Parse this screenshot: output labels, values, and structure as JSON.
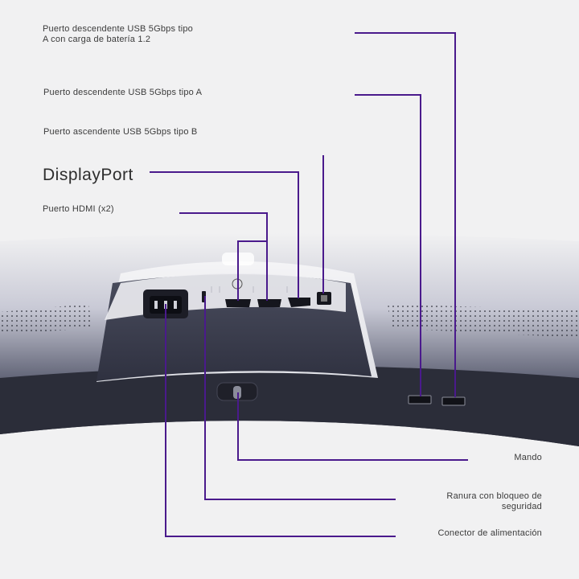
{
  "labels": {
    "usb_charging": [
      "Puerto descendente USB 5Gbps tipo",
      "A con carga de batería 1.2"
    ],
    "usb_down": "Puerto descendente USB 5Gbps tipo A",
    "usb_up": "Puerto ascendente USB 5Gbps tipo B",
    "displayport": "DisplayPort",
    "hdmi": "Puerto HDMI (x2)",
    "joystick": "Mando",
    "security_slot": [
      "Ranura con bloqueo de",
      "seguridad"
    ],
    "power": "Conector de alimentación"
  },
  "colors": {
    "callout_line": "#4a1a8c",
    "background": "#f1f1f2",
    "monitor_body": "#2d2f3c",
    "monitor_panel": "#3a3d4c"
  }
}
